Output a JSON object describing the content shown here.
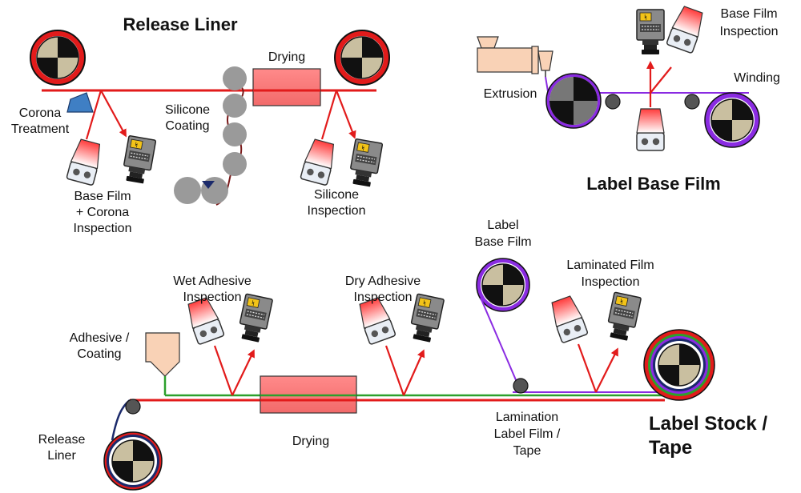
{
  "release_liner": {
    "title": "Release Liner",
    "drying": "Drying",
    "corona": [
      "Corona",
      "Treatment"
    ],
    "silicone_coating": [
      "Silicone",
      "Coating"
    ],
    "base_film_inspection": [
      "Base Film",
      "+ Corona",
      "Inspection"
    ],
    "silicone_inspection": [
      "Silicone",
      "Inspection"
    ]
  },
  "label_base_film": {
    "title": "Label Base Film",
    "extrusion": "Extrusion",
    "winding": "Winding",
    "inspection": [
      "Base Film",
      "Inspection"
    ]
  },
  "label_stock": {
    "title": [
      "Label Stock /",
      "Tape"
    ],
    "wet_adhesive": [
      "Wet Adhesive",
      "Inspection"
    ],
    "dry_adhesive": [
      "Dry Adhesive",
      "Inspection"
    ],
    "label_base_film": [
      "Label",
      "Base Film"
    ],
    "laminated_inspection": [
      "Laminated Film",
      "Inspection"
    ],
    "adhesive_coating": [
      "Adhesive /",
      "Coating"
    ],
    "release_liner": [
      "Release",
      "Liner"
    ],
    "drying": "Drying",
    "lamination": [
      "Lamination",
      "Label Film /",
      "Tape"
    ]
  },
  "colors": {
    "web_red": "#e21b1b",
    "purple": "#8a2be2",
    "green": "#2ca02c",
    "navy": "#1b2a6b",
    "dryer": "#f77a7a",
    "roller": "#9a9a9a",
    "tan": "#c9bfa0",
    "peach": "#f9d2b6",
    "blue_corona": "#3f7fc4"
  }
}
